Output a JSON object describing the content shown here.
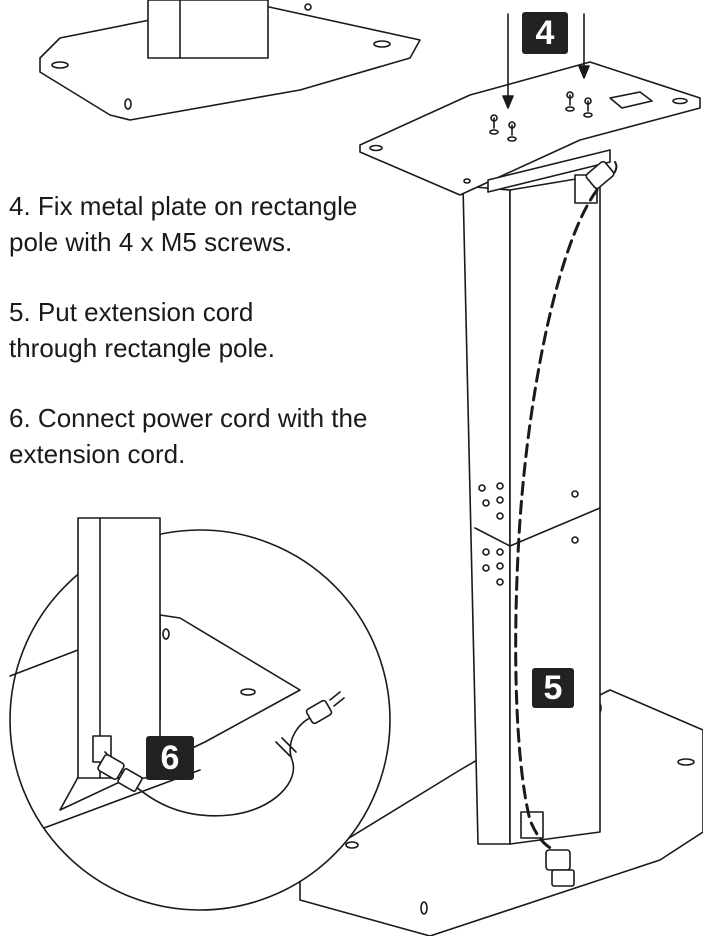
{
  "steps": [
    {
      "number": "4.",
      "lines": [
        "Fix metal plate on rectangle",
        "pole with 4 x M5 screws."
      ]
    },
    {
      "number": "5.",
      "lines": [
        "Put extension cord",
        "through rectangle pole."
      ]
    },
    {
      "number": "6.",
      "lines": [
        "Connect power cord with the",
        "extension cord."
      ]
    }
  ],
  "callouts": {
    "plate": "4",
    "pole": "5",
    "connection": "6"
  },
  "colors": {
    "line": "#1a1a1a",
    "badge": "#222222",
    "badge_text": "#ffffff",
    "background": "#ffffff"
  }
}
